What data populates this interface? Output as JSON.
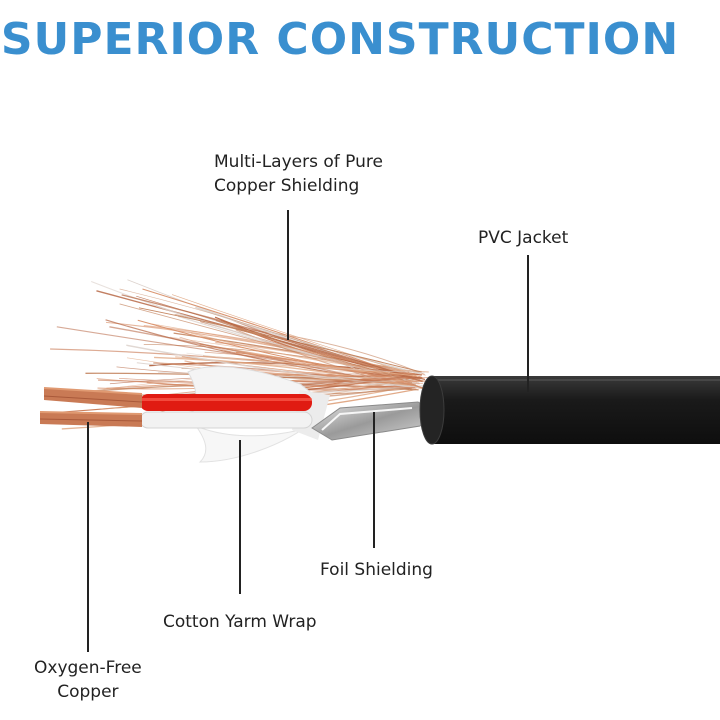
{
  "title": "SUPERIOR CONSTRUCTION",
  "labels": {
    "copper_shielding": [
      "Multi-Layers of Pure",
      "Copper Shielding"
    ],
    "pvc_jacket": "PVC Jacket",
    "foil_shielding": "Foil Shielding",
    "cotton_wrap": "Cotton Yarm Wrap",
    "oxygen_free_copper": [
      "Oxygen-Free",
      "Copper"
    ]
  },
  "colors": {
    "title": "#3a8fcf",
    "jacket": "#1c1c1c",
    "copper": "#c97a55",
    "red_insulation": "#e01b12",
    "foil": "#b9b9b9"
  }
}
